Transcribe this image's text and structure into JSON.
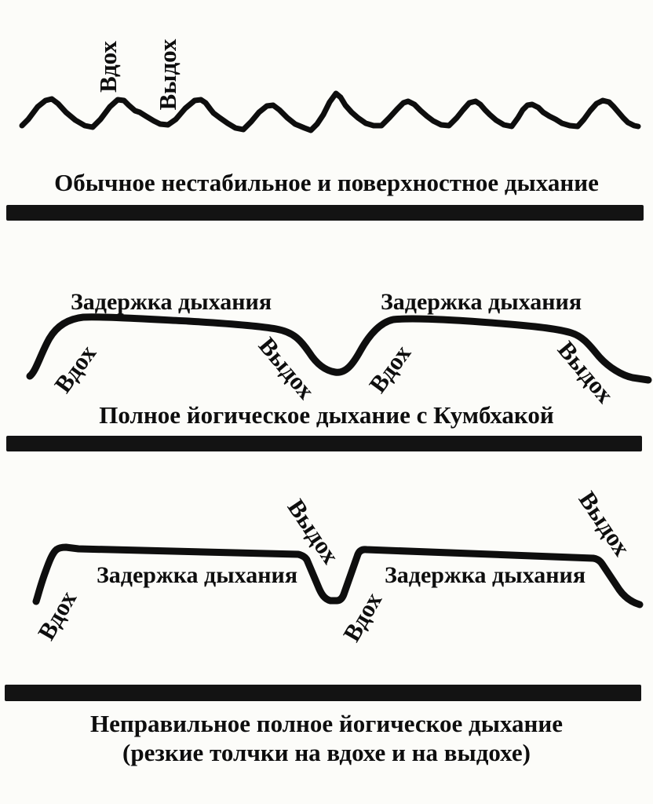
{
  "document": {
    "background": "#fcfcf9",
    "ink_color": "#0e0e0e"
  },
  "panel_normal": {
    "inhale_label": "Вдох",
    "exhale_label": "Выдох",
    "caption": "Обычное нестабильное и поверхностное дыхание"
  },
  "panel_kumbhaka": {
    "cycle1": {
      "hold": "Задержка дыхания",
      "inhale": "Вдох",
      "exhale": "Выдох"
    },
    "cycle2": {
      "hold": "Задержка дыхания",
      "inhale": "Вдох",
      "exhale": "Выдох"
    },
    "caption": "Полное йогическое дыхание с Кумбхакой"
  },
  "panel_incorrect": {
    "cycle1": {
      "hold": "Задержка дыхания",
      "inhale": "Вдох",
      "exhale": "Выдох"
    },
    "cycle2": {
      "hold": "Задержка дыхания",
      "inhale": "Вдох",
      "exhale": "Выдох"
    },
    "caption_line1": "Неправильное полное йогическое дыхание",
    "caption_line2": "(резкие толчки на вдохе и на выдохе)"
  }
}
